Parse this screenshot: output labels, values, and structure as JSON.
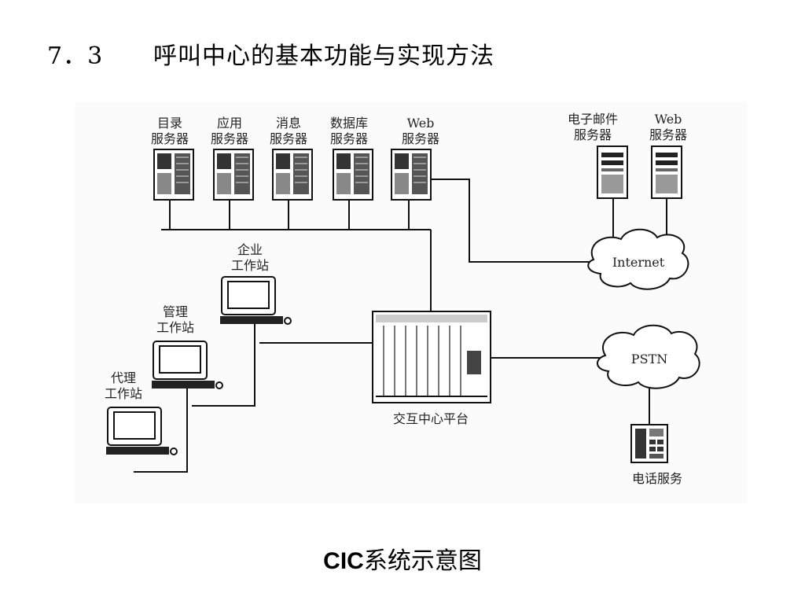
{
  "heading": {
    "number": "7．3",
    "title": "呼叫中心的基本功能与实现方法"
  },
  "caption": {
    "latin": "CIC",
    "chinese": "系统示意图"
  },
  "servers": [
    {
      "line1": "目录",
      "line2": "服务器"
    },
    {
      "line1": "应用",
      "line2": "服务器"
    },
    {
      "line1": "消息",
      "line2": "服务器"
    },
    {
      "line1": "数据库",
      "line2": "服务器"
    },
    {
      "line1": "Web",
      "line2": "服务器"
    }
  ],
  "external_servers": [
    {
      "line1": "电子邮件",
      "line2": "服务器"
    },
    {
      "line1": "Web",
      "line2": "服务器"
    }
  ],
  "workstations": {
    "enterprise": {
      "line1": "企业",
      "line2": "工作站"
    },
    "management": {
      "line1": "管理",
      "line2": "工作站"
    },
    "agent": {
      "line1": "代理",
      "line2": "工作站"
    }
  },
  "clouds": {
    "internet": "Internet",
    "pstn": "PSTN"
  },
  "platform": "交互中心平台",
  "phone_service": "电话服务"
}
